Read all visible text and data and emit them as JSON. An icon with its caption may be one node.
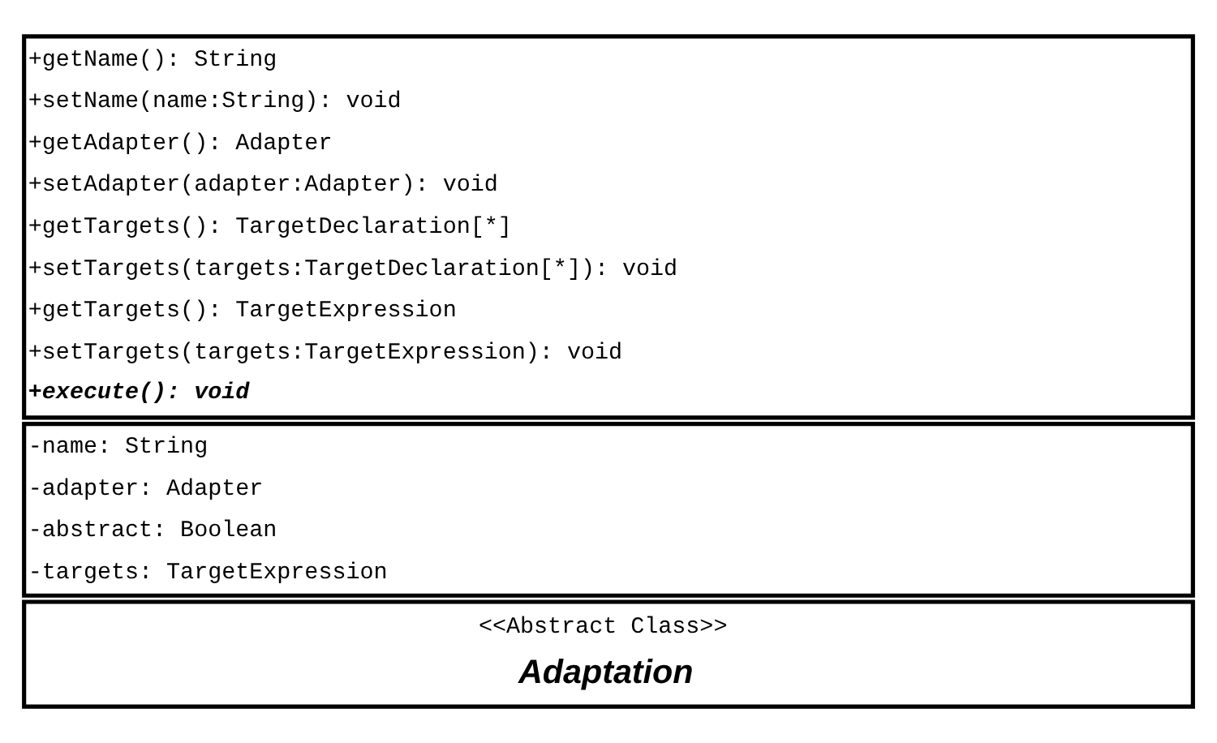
{
  "diagram": {
    "nodes": [
      {
        "text": [
          "<<Abstract Class>>",
          "Adaptation"
        ]
      },
      {
        "text": [
          "-name: String",
          "-adapter: Adapter",
          "-abstract: Boolean",
          "-targets: TargetExpression"
        ]
      },
      {
        "text": [
          "+getName(): String",
          "+setName(name:String): void",
          "+getAdapter(): Adapter",
          "+setAdapter(adapter:Adapter): void",
          "+getTargets(): TargetDeclaration[*]",
          "+setTargets(targets:TargetDeclaration[*]): void",
          "+getTargets(): TargetExpression",
          "+setTargets(targets:TargetExpression): void",
          "+execute(): void"
        ]
      }
    ]
  }
}
